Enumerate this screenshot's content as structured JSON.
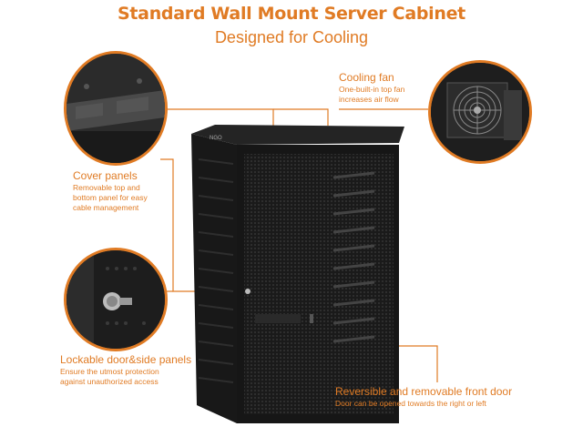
{
  "header": {
    "title": "Standard Wall Mount Server Cabinet",
    "subtitle": "Designed for Cooling"
  },
  "callouts": {
    "cooling_fan": {
      "title": "Cooling fan",
      "desc": "One-built-in top fan\nincreases air flow"
    },
    "cover_panels": {
      "title": "Cover panels",
      "desc": "Removable top and\nbottom panel for easy\ncable management"
    },
    "lockable": {
      "title": "Lockable door&side panels",
      "desc": "Ensure the utmost protection\nagainst unauthorized access"
    },
    "front_door": {
      "title": "Reversible and removable front door",
      "desc": "Door can be opened towards the right or left"
    }
  },
  "cabinet": {
    "brand_label": "NGO"
  },
  "colors": {
    "accent": "#e07b24",
    "cabinet": "#1c1c1c"
  }
}
